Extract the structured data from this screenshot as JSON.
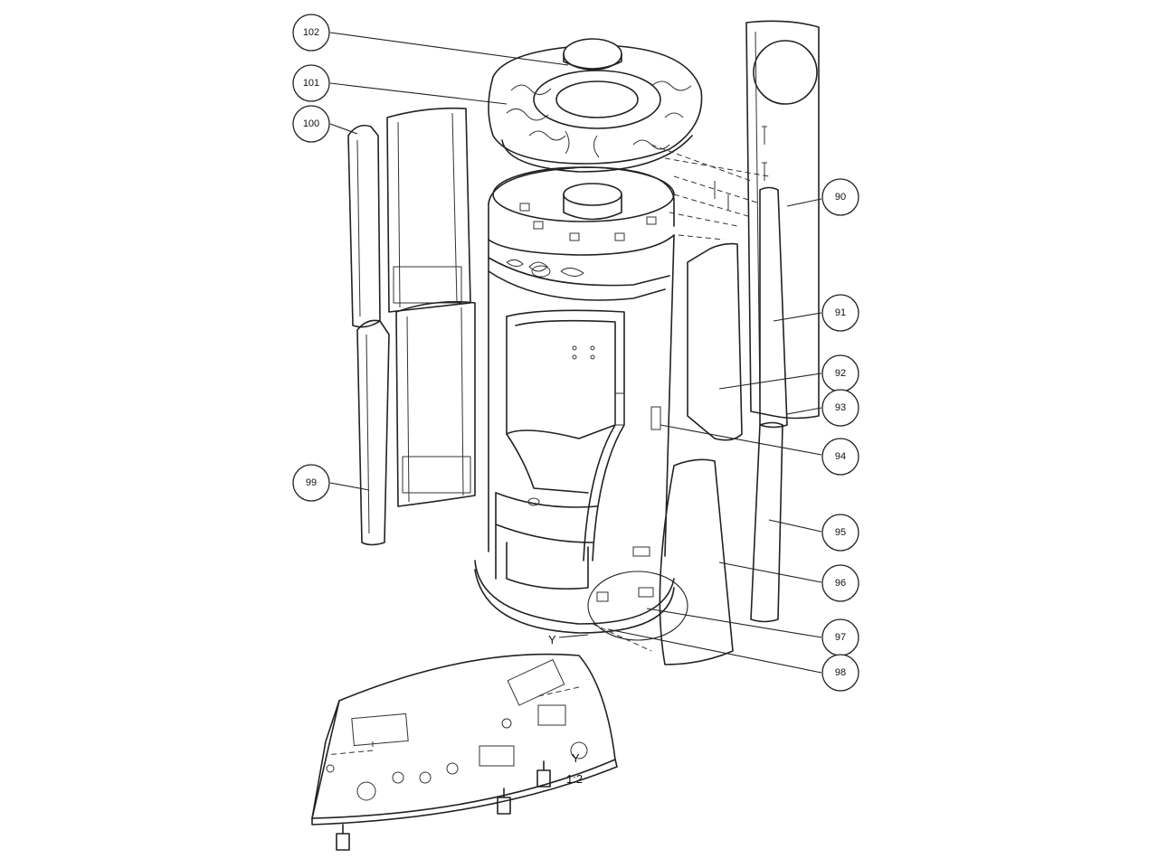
{
  "callouts": [
    {
      "label": "102"
    },
    {
      "label": "101"
    },
    {
      "label": "100"
    },
    {
      "label": "90"
    },
    {
      "label": "91"
    },
    {
      "label": "92"
    },
    {
      "label": "93"
    },
    {
      "label": "94"
    },
    {
      "label": "95"
    },
    {
      "label": "96"
    },
    {
      "label": "97"
    },
    {
      "label": "98"
    },
    {
      "label": "99"
    }
  ],
  "detail": {
    "marker": "Y",
    "view_label": "Y",
    "scale": "1:2"
  }
}
